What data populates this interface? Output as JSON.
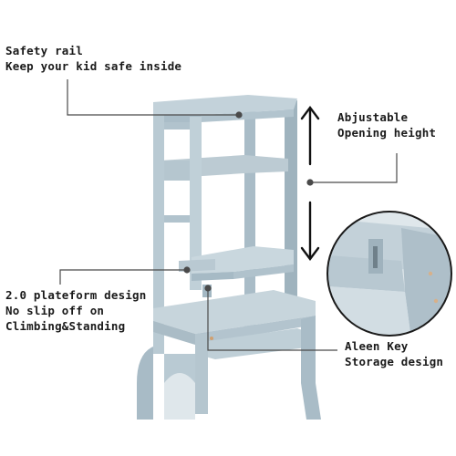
{
  "colors": {
    "wood": "#b6c8d2",
    "wood_light": "#c7d6de",
    "wood_dark": "#9fb3be",
    "edge": "#8ea4b0",
    "callout_line": "#4a4a4a",
    "text": "#1a1a1a"
  },
  "callouts": {
    "safety_rail": {
      "line1": "Safety rail",
      "line2": "Keep your kid safe inside"
    },
    "adjustable_height": {
      "line1": "Abjustable",
      "line2": "Opening height"
    },
    "platform": {
      "line1": "2.0 plateform design",
      "line2": "No slip off on",
      "line3": "Climbing&Standing"
    },
    "key_storage": {
      "line1": "Aleen Key",
      "line2": "Storage design"
    }
  },
  "icons": [
    "double-arrow-icon",
    "magnifier-circle-icon"
  ]
}
